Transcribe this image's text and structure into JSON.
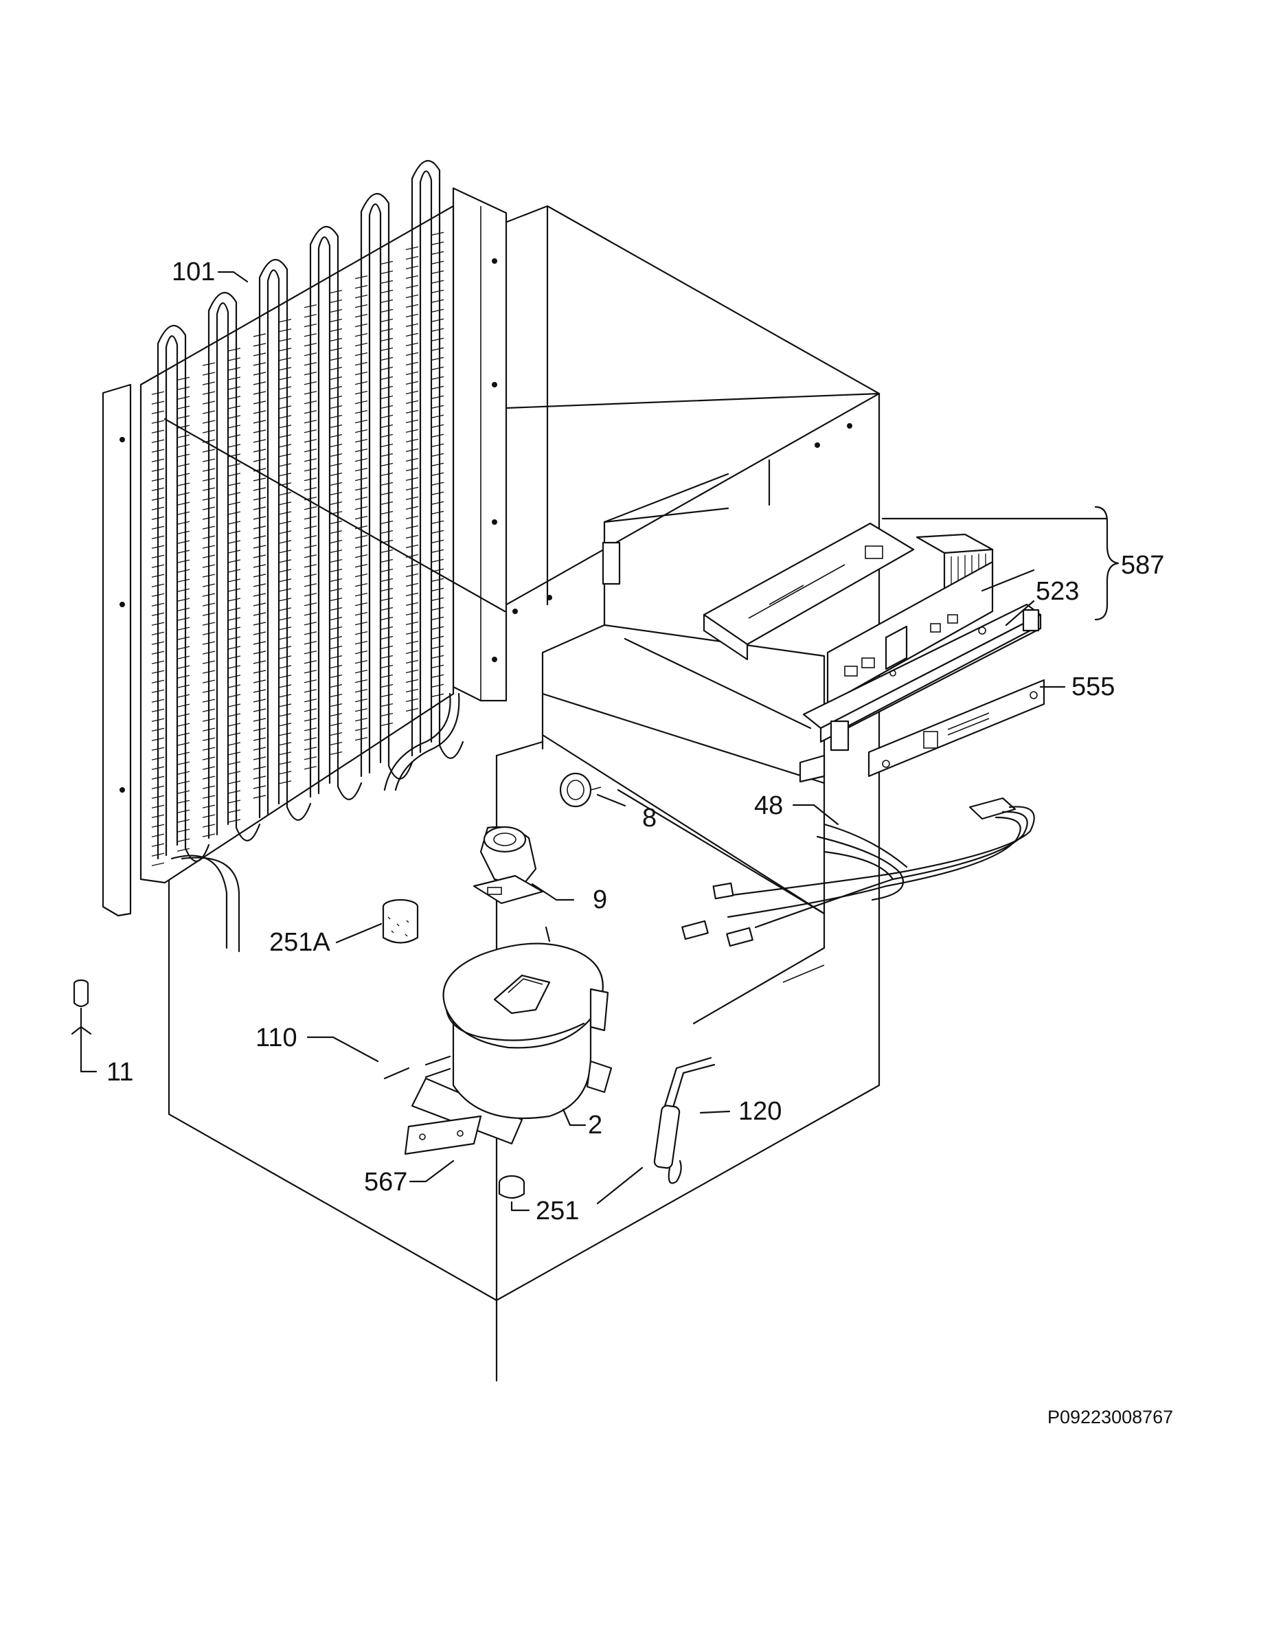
{
  "labels": {
    "l101": "101",
    "l587": "587",
    "l523": "523",
    "l555": "555",
    "l48": "48",
    "l8": "8",
    "l9": "9",
    "l251a": "251A",
    "l110": "110",
    "l11": "11",
    "l2": "2",
    "l120": "120",
    "l567": "567",
    "l251": "251"
  },
  "drawing_code": "P09223008767"
}
